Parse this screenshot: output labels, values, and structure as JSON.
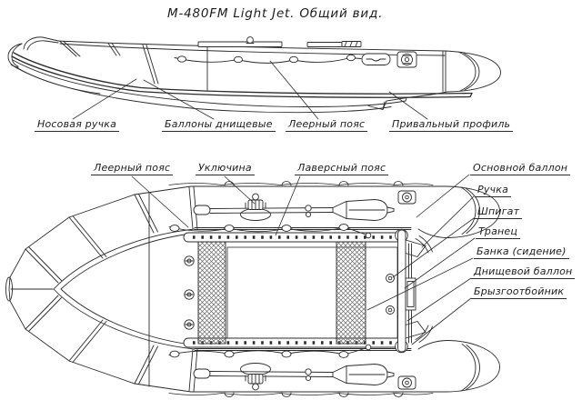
{
  "title": "М-480FM Light Jet. Общий вид.",
  "side_view": {
    "labels": [
      {
        "id": "nosovaya-ruchka",
        "text": "Носовая ручка"
      },
      {
        "id": "ballony-dnishchevye",
        "text": "Баллоны днищевые"
      },
      {
        "id": "leernyj-poyas",
        "text": "Леерный пояс"
      },
      {
        "id": "privalnyj-profil",
        "text": "Привальный профиль"
      }
    ]
  },
  "top_view": {
    "labels_top": [
      {
        "id": "leernyj-poyas-top",
        "text": "Леерный пояс"
      },
      {
        "id": "uklyuchina",
        "text": "Уключина"
      },
      {
        "id": "laversnyj-poyas",
        "text": "Лаверсный пояс"
      }
    ],
    "labels_right": [
      {
        "id": "osnovnoj-ballon",
        "text": "Основной баллон"
      },
      {
        "id": "ruchka",
        "text": "Ручка"
      },
      {
        "id": "shpigat",
        "text": "Шпигат"
      },
      {
        "id": "tranets",
        "text": "Транец"
      },
      {
        "id": "banka-sidenie",
        "text": "Банка (сидение)"
      },
      {
        "id": "dnishchevoj-ballon",
        "text": "Днищевой баллон"
      },
      {
        "id": "bryzgootbojnik",
        "text": "Брызгоотбойник"
      }
    ]
  },
  "colors": {
    "line": "#2b2b2b",
    "background": "#ffffff"
  }
}
